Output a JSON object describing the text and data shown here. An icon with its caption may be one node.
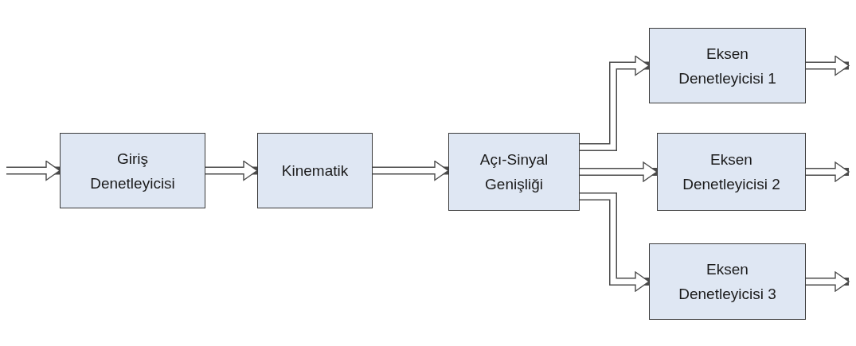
{
  "diagram": {
    "nodes": [
      {
        "text": [
          "Giriş Denetleyicisi"
        ]
      },
      {
        "text": [
          "Kinematik"
        ]
      },
      {
        "text": [
          "Açı-Sinyal Genişliği"
        ]
      },
      {
        "text": [
          "Eksen Denetleyicisi 1"
        ]
      },
      {
        "text": [
          "Eksen Denetleyicisi 2"
        ]
      },
      {
        "text": [
          "Eksen Denetleyicisi 3"
        ]
      }
    ],
    "edges": [
      {
        "from": null,
        "to": 0,
        "arrow": "to"
      },
      {
        "from": 0,
        "to": 1,
        "arrow": "to"
      },
      {
        "from": 1,
        "to": 2,
        "arrow": "to"
      },
      {
        "from": 2,
        "to": 3,
        "arrow": "to"
      },
      {
        "from": 2,
        "to": 4,
        "arrow": "to"
      },
      {
        "from": 2,
        "to": 5,
        "arrow": "to"
      },
      {
        "from": 3,
        "to": null,
        "arrow": "to"
      },
      {
        "from": 4,
        "to": null,
        "arrow": "to"
      },
      {
        "from": 5,
        "to": null,
        "arrow": "to"
      }
    ]
  }
}
